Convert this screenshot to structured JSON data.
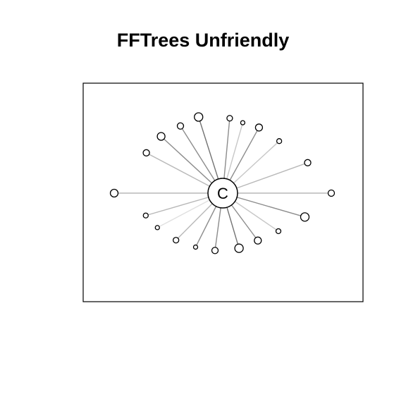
{
  "title": "FFTrees Unfriendly",
  "hub": {
    "label": "C"
  },
  "nodes": [
    {
      "angle": 180.0,
      "dist": 1.0,
      "size": 5.5,
      "gray": 0.72
    },
    {
      "angle": 148.0,
      "dist": 0.83,
      "size": 4.5,
      "gray": 0.72
    },
    {
      "angle": 132.5,
      "dist": 0.84,
      "size": 5.5,
      "gray": 0.55
    },
    {
      "angle": 118.0,
      "dist": 0.83,
      "size": 4.5,
      "gray": 0.55
    },
    {
      "angle": 105.0,
      "dist": 0.86,
      "size": 6.0,
      "gray": 0.45
    },
    {
      "angle": 85.5,
      "dist": 0.82,
      "size": 4.0,
      "gray": 0.55
    },
    {
      "angle": 76.5,
      "dist": 0.79,
      "size": 3.0,
      "gray": 0.78
    },
    {
      "angle": 65.0,
      "dist": 0.79,
      "size": 5.0,
      "gray": 0.55
    },
    {
      "angle": 47.5,
      "dist": 0.77,
      "size": 3.5,
      "gray": 0.78
    },
    {
      "angle": 23.0,
      "dist": 0.85,
      "size": 4.5,
      "gray": 0.72
    },
    {
      "angle": 0.0,
      "dist": 1.0,
      "size": 4.5,
      "gray": 0.72
    },
    {
      "angle": -19.0,
      "dist": 0.8,
      "size": 6.0,
      "gray": 0.55
    },
    {
      "angle": -39.0,
      "dist": 0.66,
      "size": 3.5,
      "gray": 0.78
    },
    {
      "angle": -58.0,
      "dist": 0.61,
      "size": 5.0,
      "gray": 0.55
    },
    {
      "angle": -76.0,
      "dist": 0.62,
      "size": 6.0,
      "gray": 0.45
    },
    {
      "angle": -96.5,
      "dist": 0.63,
      "size": 4.5,
      "gray": 0.55
    },
    {
      "angle": -113.0,
      "dist": 0.64,
      "size": 3.0,
      "gray": 0.55
    },
    {
      "angle": -130.0,
      "dist": 0.67,
      "size": 4.0,
      "gray": 0.72
    },
    {
      "angle": -148.0,
      "dist": 0.71,
      "size": 3.0,
      "gray": 0.88
    },
    {
      "angle": -161.0,
      "dist": 0.75,
      "size": 3.5,
      "gray": 0.72
    }
  ]
}
